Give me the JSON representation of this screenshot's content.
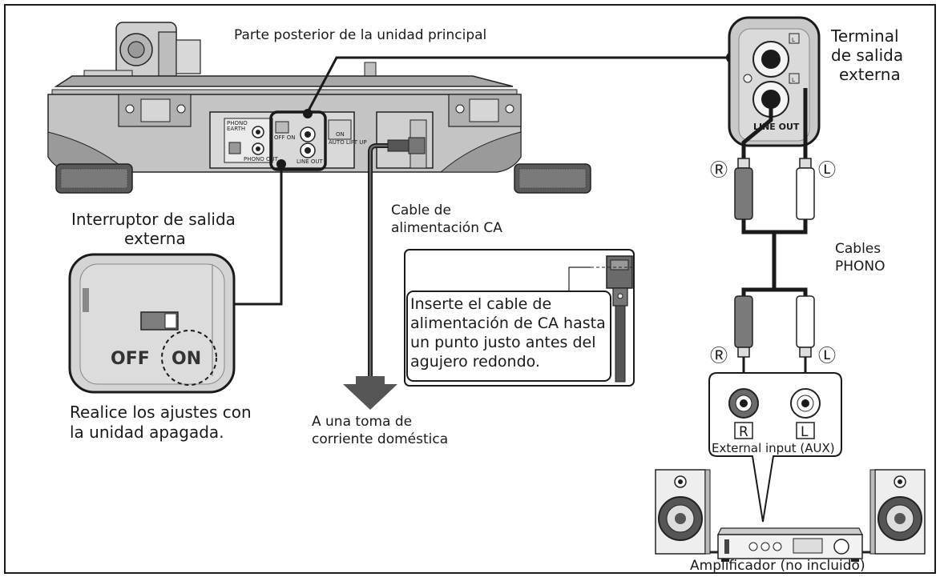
{
  "labels": {
    "rear_unit": "Parte posterior de la unidad principal",
    "terminal_line1": "Terminal",
    "terminal_line2": "de salida",
    "terminal_line3": "externa",
    "switch_title_line1": "Interruptor de salida",
    "switch_title_line2": "externa",
    "switch_off": "OFF",
    "switch_on": "ON",
    "settings_line1": "Realice los ajustes con",
    "settings_line2": "la unidad apagada.",
    "ac_cable_line1": "Cable de",
    "ac_cable_line2": "alimentación CA",
    "outlet_line1": "A una toma de",
    "outlet_line2": "corriente doméstica",
    "insert_note_line1": "Inserte el cable de",
    "insert_note_line2": "alimentación de CA hasta",
    "insert_note_line3": "un punto justo antes del",
    "insert_note_line4": "agujero redondo.",
    "phono_cables_line1": "Cables",
    "phono_cables_line2": "PHONO",
    "plug_r_top": "Ⓡ",
    "plug_l_top": "Ⓛ",
    "plug_r_bottom": "Ⓡ",
    "plug_l_bottom": "Ⓛ",
    "jack_r": "R",
    "jack_l": "L",
    "external_input": "External input (AUX)",
    "amplifier": "Amplificador (no incluido)",
    "terminal_zoom_l_top": "L",
    "terminal_zoom_l_mid": "L",
    "terminal_zoom_line_out": "LINE OUT",
    "panel_phono_earth_1": "PHONO",
    "panel_phono_earth_2": "EARTH",
    "panel_phono_out": "PHONO OUT",
    "panel_off_on": "OFF   ON",
    "panel_line_out": "LINE OUT",
    "panel_auto_lift": "AUTO LIFT UP",
    "panel_on": "ON"
  },
  "colors": {
    "line": "#1a1a1a",
    "unit_body": "#c9c9c9",
    "unit_dark": "#8c8c8c",
    "panel_bg": "#e6e6e6",
    "arrow": "#555555"
  }
}
